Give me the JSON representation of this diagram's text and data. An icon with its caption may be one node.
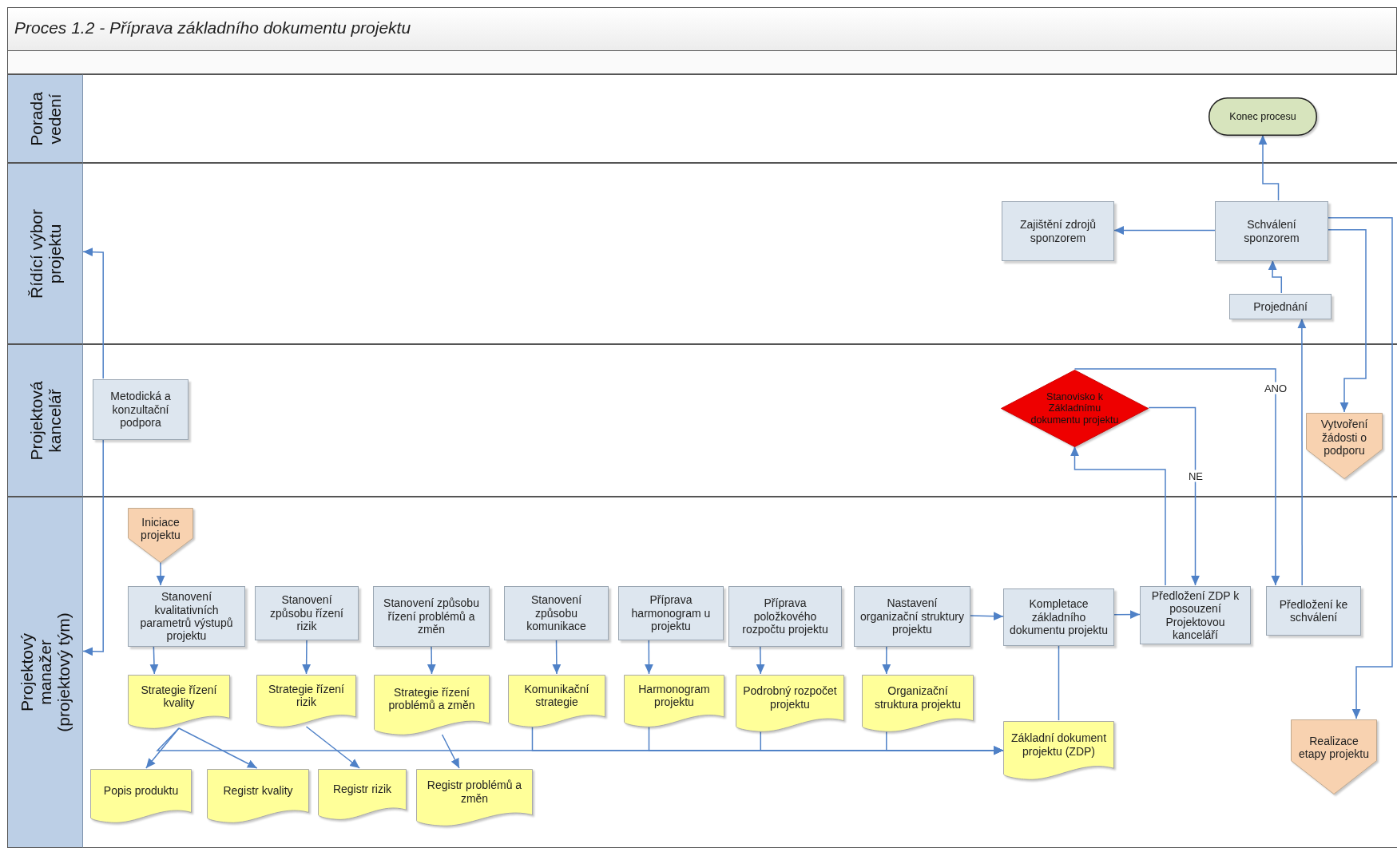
{
  "diagram": {
    "title": "Proces 1.2 - Příprava základního dokumentu projektu",
    "nodes": [
      {
        "text": [
          "Porada vedení"
        ]
      },
      {
        "text": [
          "Řídící výbor projektu"
        ]
      },
      {
        "text": [
          "Projektová kancelář"
        ]
      },
      {
        "text": [
          "Projektový manažer (projektový tým)"
        ]
      },
      {
        "text": [
          "Konec procesu"
        ],
        "in": 0
      },
      {
        "text": [
          "Zajištění zdrojů sponzorem"
        ],
        "in": 1
      },
      {
        "text": [
          "Schválení sponzorem"
        ],
        "in": 1
      },
      {
        "text": [
          "Projednání"
        ],
        "in": 1
      },
      {
        "text": [
          "Metodická a konzultační podpora"
        ],
        "in": 2
      },
      {
        "text": [
          "Stanovisko k Základnímu dokumentu projektu"
        ],
        "in": 2
      },
      {
        "text": [
          "Vytvoření žádosti o podporu"
        ],
        "in": 2
      },
      {
        "text": [
          "Iniciace projektu"
        ],
        "in": 3
      },
      {
        "text": [
          "Stanovení kvalitativních parametrů výstupů projektu"
        ],
        "in": 3
      },
      {
        "text": [
          "Stanovení způsobu řízení rizik"
        ],
        "in": 3
      },
      {
        "text": [
          "Stanovení způsobu řízení problémů a změn"
        ],
        "in": 3
      },
      {
        "text": [
          "Stanovení způsobu komunikace"
        ],
        "in": 3
      },
      {
        "text": [
          "Příprava harmonogram u projektu"
        ],
        "in": 3
      },
      {
        "text": [
          "Příprava položkového rozpočtu projektu"
        ],
        "in": 3
      },
      {
        "text": [
          "Nastavení organizační struktury projektu"
        ],
        "in": 3
      },
      {
        "text": [
          "Kompletace základního dokumentu projektu"
        ],
        "in": 3
      },
      {
        "text": [
          "Předložení ZDP k posouzení Projektovou kanceláří"
        ],
        "in": 3
      },
      {
        "text": [
          "Předložení ke schválení"
        ],
        "in": 3
      },
      {
        "text": [
          "Strategie řízení kvality"
        ],
        "in": 3
      },
      {
        "text": [
          "Strategie řízení rizik"
        ],
        "in": 3
      },
      {
        "text": [
          "Strategie řízení problémů a změn"
        ],
        "in": 3
      },
      {
        "text": [
          "Komunikační strategie"
        ],
        "in": 3
      },
      {
        "text": [
          "Harmonogram projektu"
        ],
        "in": 3
      },
      {
        "text": [
          "Podrobný rozpočet projektu"
        ],
        "in": 3
      },
      {
        "text": [
          "Organizační struktura projektu"
        ],
        "in": 3
      },
      {
        "text": [
          "Základní dokument projektu (ZDP)"
        ],
        "in": 3
      },
      {
        "text": [
          "Realizace etapy projektu"
        ],
        "in": 3
      },
      {
        "text": [
          "Popis produktu"
        ],
        "in": 3
      },
      {
        "text": [
          "Registr kvality"
        ],
        "in": 3
      },
      {
        "text": [
          "Registr rizik"
        ],
        "in": 3
      },
      {
        "text": [
          "Registr problémů a změn"
        ],
        "in": 3
      }
    ],
    "edges": [
      {
        "from": 11,
        "to": 12,
        "arrow": "to"
      },
      {
        "from": 12,
        "to": 22,
        "arrow": "to"
      },
      {
        "from": 13,
        "to": 23,
        "arrow": "to"
      },
      {
        "from": 14,
        "to": 24,
        "arrow": "to"
      },
      {
        "from": 15,
        "to": 25,
        "arrow": "to"
      },
      {
        "from": 16,
        "to": 26,
        "arrow": "to"
      },
      {
        "from": 17,
        "to": 27,
        "arrow": "to"
      },
      {
        "from": 18,
        "to": 28,
        "arrow": "to"
      },
      {
        "from": 22,
        "to": 31,
        "arrow": "to"
      },
      {
        "from": 22,
        "to": 32,
        "arrow": "to"
      },
      {
        "from": 23,
        "to": 33,
        "arrow": "to"
      },
      {
        "from": 24,
        "to": 34,
        "arrow": "to"
      },
      {
        "from": 22,
        "to": 29,
        "arrow": "to"
      },
      {
        "from": 25,
        "to": 29,
        "arrow": "to"
      },
      {
        "from": 26,
        "to": 29,
        "arrow": "to"
      },
      {
        "from": 27,
        "to": 29,
        "arrow": "to"
      },
      {
        "from": 28,
        "to": 29,
        "arrow": "to"
      },
      {
        "from": 18,
        "to": 19,
        "arrow": "to"
      },
      {
        "from": 19,
        "to": 20,
        "arrow": "to"
      },
      {
        "from": 19,
        "to": 29,
        "arrow": "none"
      },
      {
        "from": 20,
        "to": 9,
        "arrow": "to"
      },
      {
        "from": 9,
        "to": 20,
        "arrow": "to",
        "label": "NE"
      },
      {
        "from": 9,
        "to": 21,
        "arrow": "to",
        "label": "ANO"
      },
      {
        "from": 21,
        "to": 7,
        "arrow": "to"
      },
      {
        "from": 7,
        "to": 6,
        "arrow": "to"
      },
      {
        "from": 6,
        "to": 5,
        "arrow": "to"
      },
      {
        "from": 6,
        "to": 4,
        "arrow": "to"
      },
      {
        "from": 6,
        "to": 10,
        "arrow": "to"
      },
      {
        "from": 6,
        "to": 30,
        "arrow": "to"
      },
      {
        "from": 8,
        "to": 1,
        "arrow": "to"
      },
      {
        "from": 8,
        "to": 3,
        "arrow": "to"
      }
    ]
  }
}
